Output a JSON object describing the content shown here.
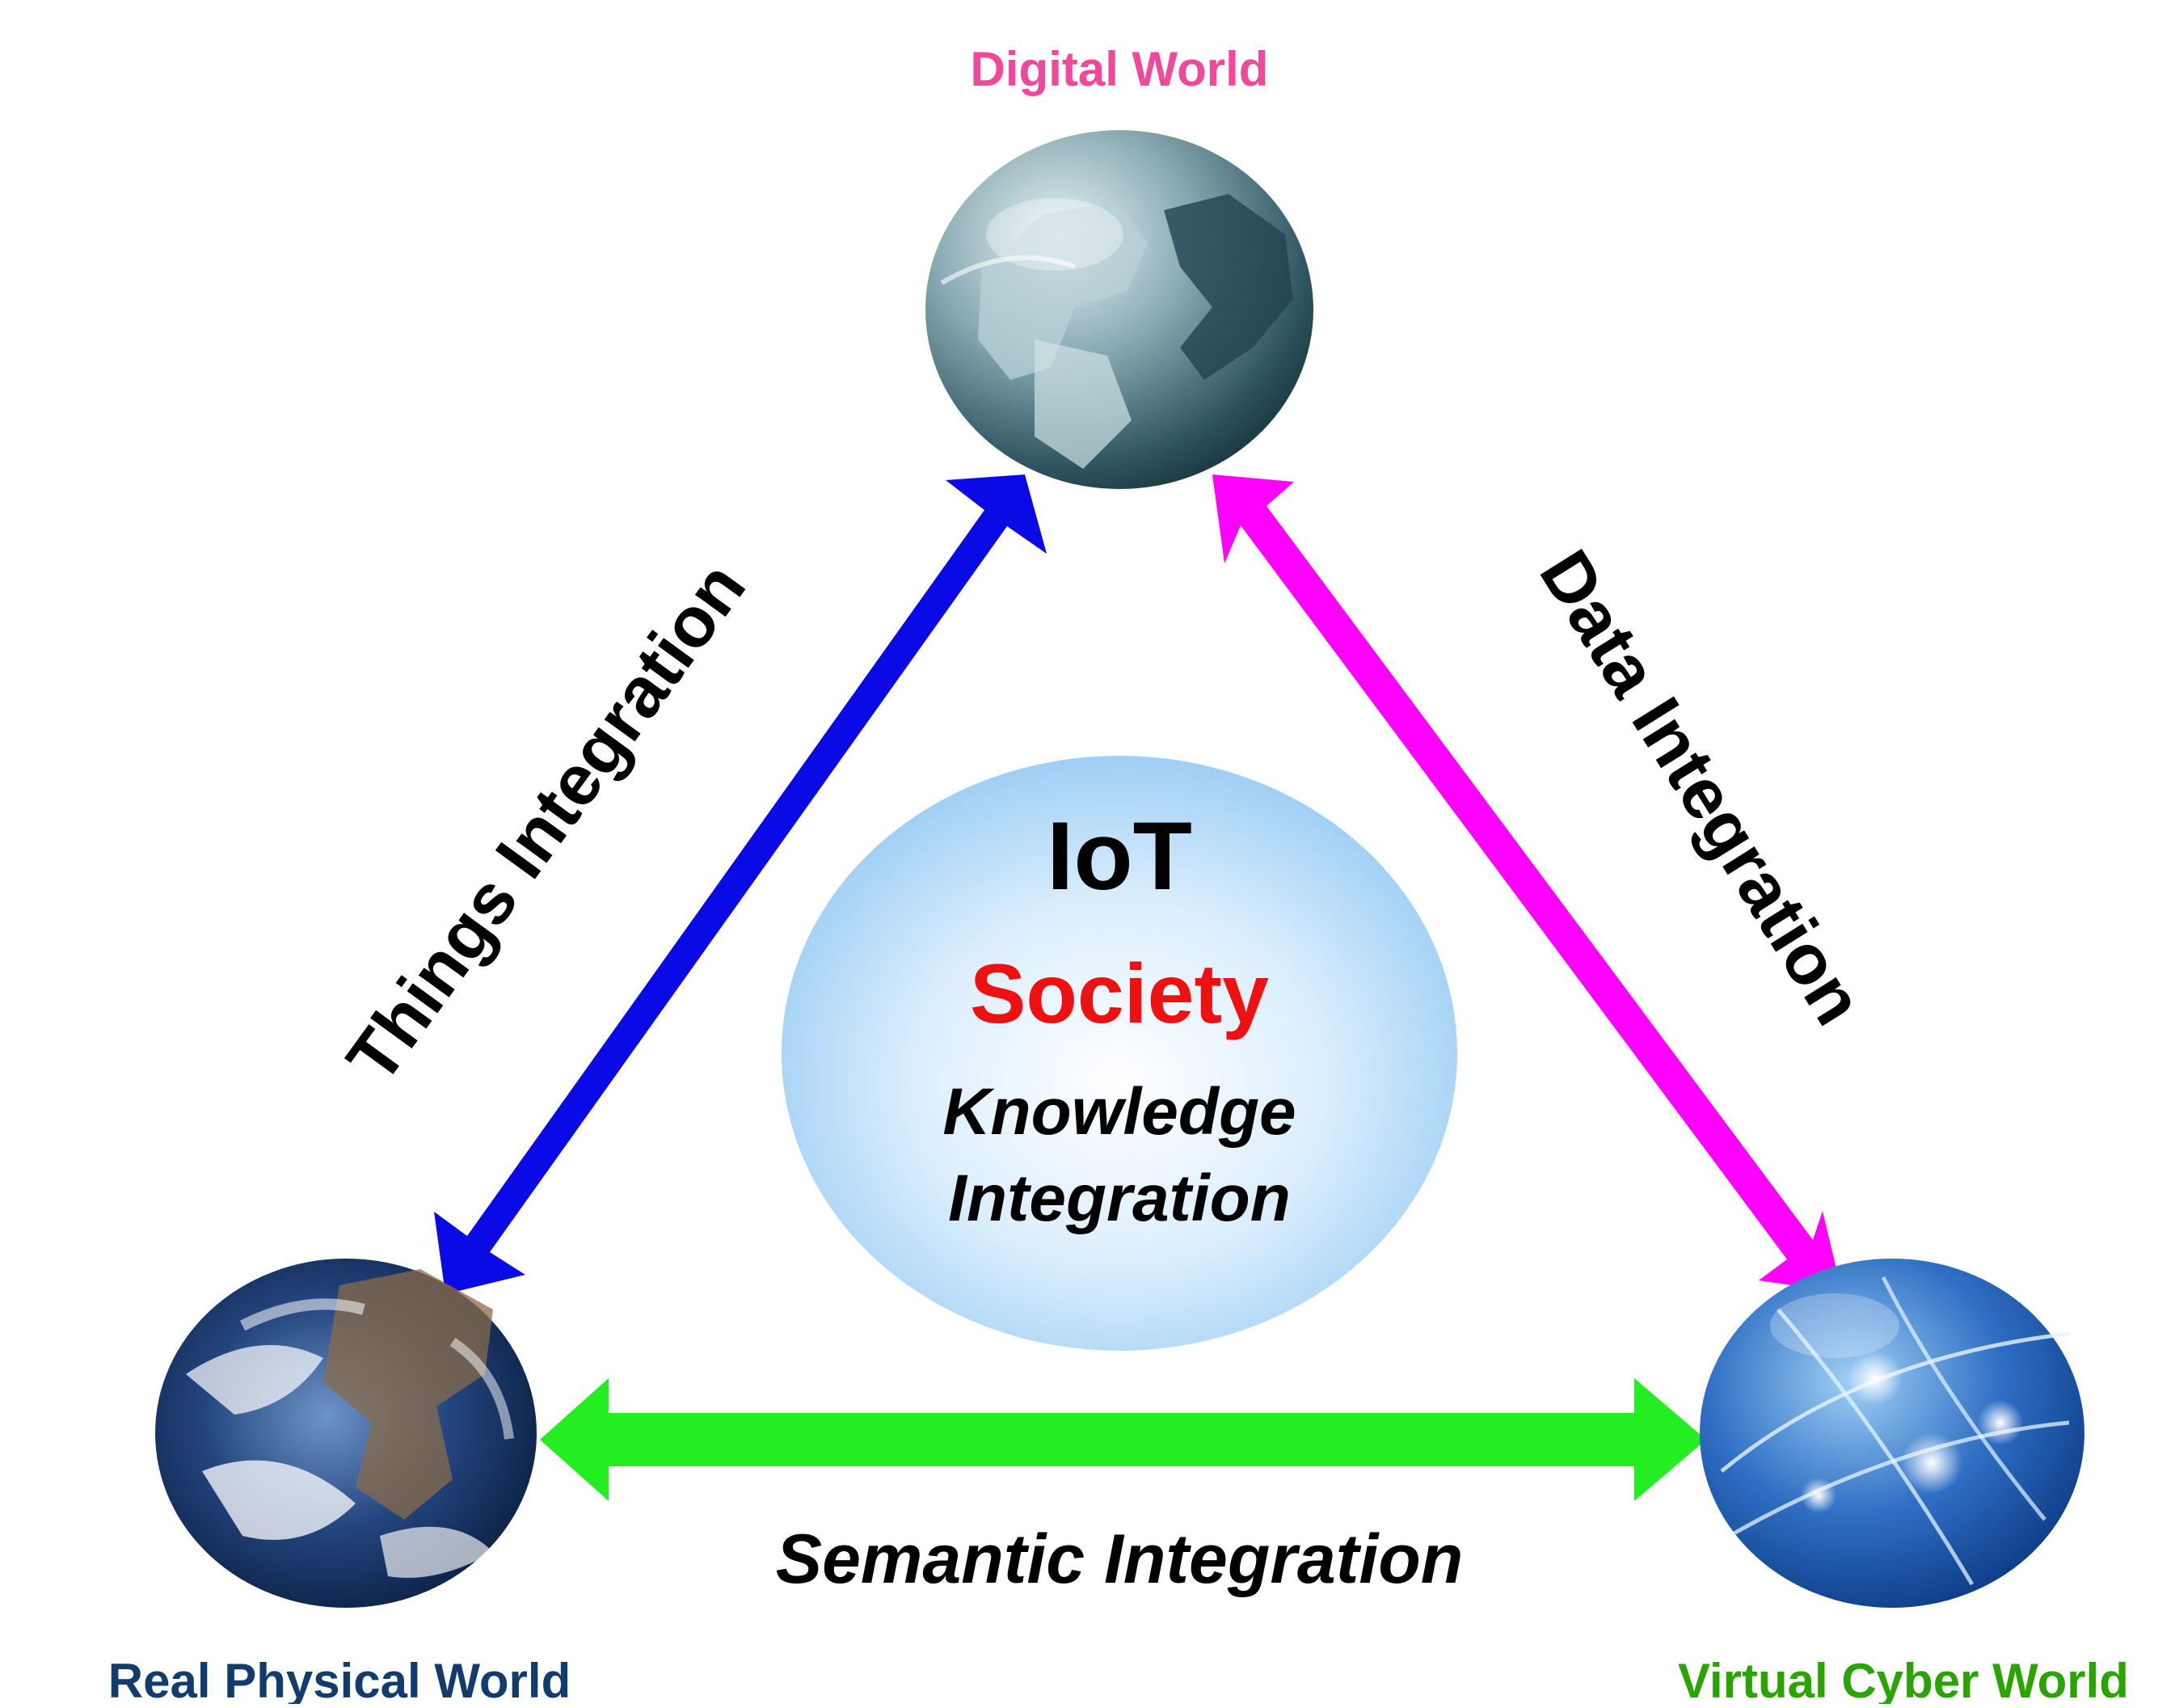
{
  "diagram": {
    "nodes": {
      "digital": {
        "label": "Digital World",
        "color": "#f0489a",
        "icon": "digital-globe-icon"
      },
      "physical": {
        "label": "Real Physical World",
        "color": "#123c6e",
        "icon": "earth-globe-icon"
      },
      "cyber": {
        "label": "Virtual Cyber World",
        "color": "#2aa400",
        "icon": "cyber-globe-icon"
      }
    },
    "edges": {
      "things": {
        "label": "Things Integration",
        "color": "#0a0ae6"
      },
      "data": {
        "label": "Data Integration",
        "color": "#ff00ff"
      },
      "semantic": {
        "label": "Semantic Integration",
        "color": "#22ee22"
      }
    },
    "center": {
      "title": "IoT",
      "subtitle": "Society",
      "subtitle_color": "#ee1111",
      "body_line1": "Knowledge",
      "body_line2": "Integration"
    }
  }
}
